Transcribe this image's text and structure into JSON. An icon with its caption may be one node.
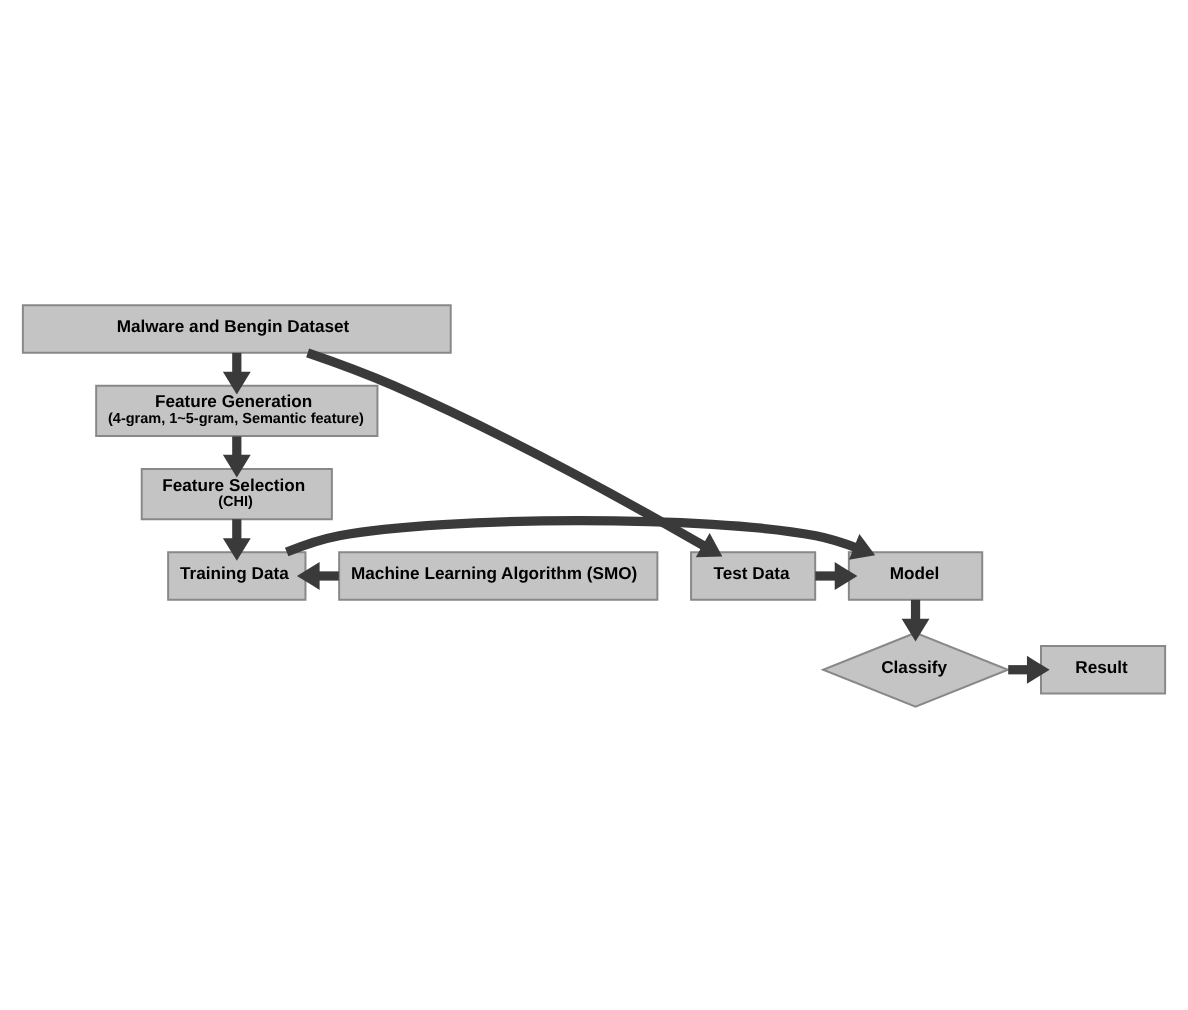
{
  "diagram": {
    "nodes": [
      {
        "text": [
          "Malware and Bengin Dataset"
        ]
      },
      {
        "text": [
          "Feature Generation",
          "(4-gram, 1~5-gram, Semantic feature)"
        ]
      },
      {
        "text": [
          "Feature Selection",
          "(CHI)"
        ]
      },
      {
        "text": [
          "Machine Learning Algorithm (SMO)"
        ]
      },
      {
        "text": [
          "Training Data"
        ]
      },
      {
        "text": [
          "Model"
        ]
      },
      {
        "text": [
          "Test Data"
        ]
      },
      {
        "text": [
          "Classify"
        ]
      },
      {
        "text": [
          "Result"
        ]
      }
    ],
    "edges": [
      {
        "from": 0,
        "to": 1,
        "arrow": "to"
      },
      {
        "from": 1,
        "to": 2,
        "arrow": "to"
      },
      {
        "from": 2,
        "to": 4,
        "arrow": "to"
      },
      {
        "from": 3,
        "to": 4,
        "arrow": "to"
      },
      {
        "from": 4,
        "to": 5,
        "arrow": "to"
      },
      {
        "from": 6,
        "to": 5,
        "arrow": "to"
      },
      {
        "from": 0,
        "to": 6,
        "arrow": "to"
      },
      {
        "from": 5,
        "to": 7,
        "arrow": "to"
      },
      {
        "from": 7,
        "to": 8,
        "arrow": "to"
      }
    ]
  }
}
